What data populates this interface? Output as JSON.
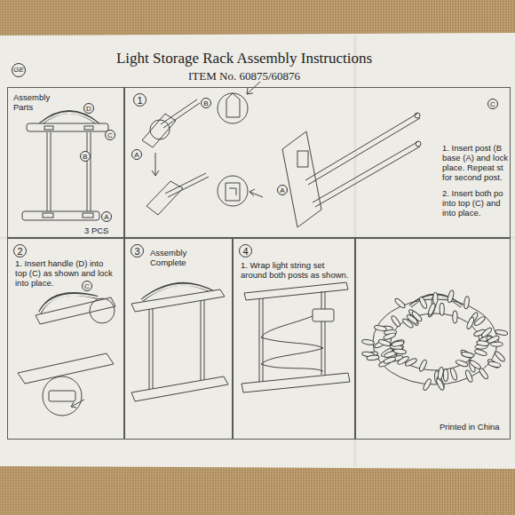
{
  "diagram": {
    "title": "Light Storage Rack Assembly Instructions",
    "nodes": [
      {
        "text": [
          "Assembly Parts",
          "3 PCS"
        ]
      },
      {
        "text": [
          "1",
          "1. Insert post (B base (A) and lock place. Repeat st for second post.",
          "2. Insert both po into top (C) and into place."
        ]
      },
      {
        "text": [
          "2",
          "1. Insert handle (D) into top (C) as shown and lock into place."
        ]
      },
      {
        "text": [
          "3",
          "Assembly Complete"
        ]
      },
      {
        "text": [
          "4",
          "1. Wrap light string set around both posts as shown."
        ]
      },
      {
        "text": [
          "Printed in China"
        ]
      }
    ],
    "labels": [
      "GE",
      "ITEM No. 60875/60876",
      "D",
      "C",
      "B",
      "A",
      "A",
      "B",
      "A",
      "C",
      "C"
    ]
  }
}
